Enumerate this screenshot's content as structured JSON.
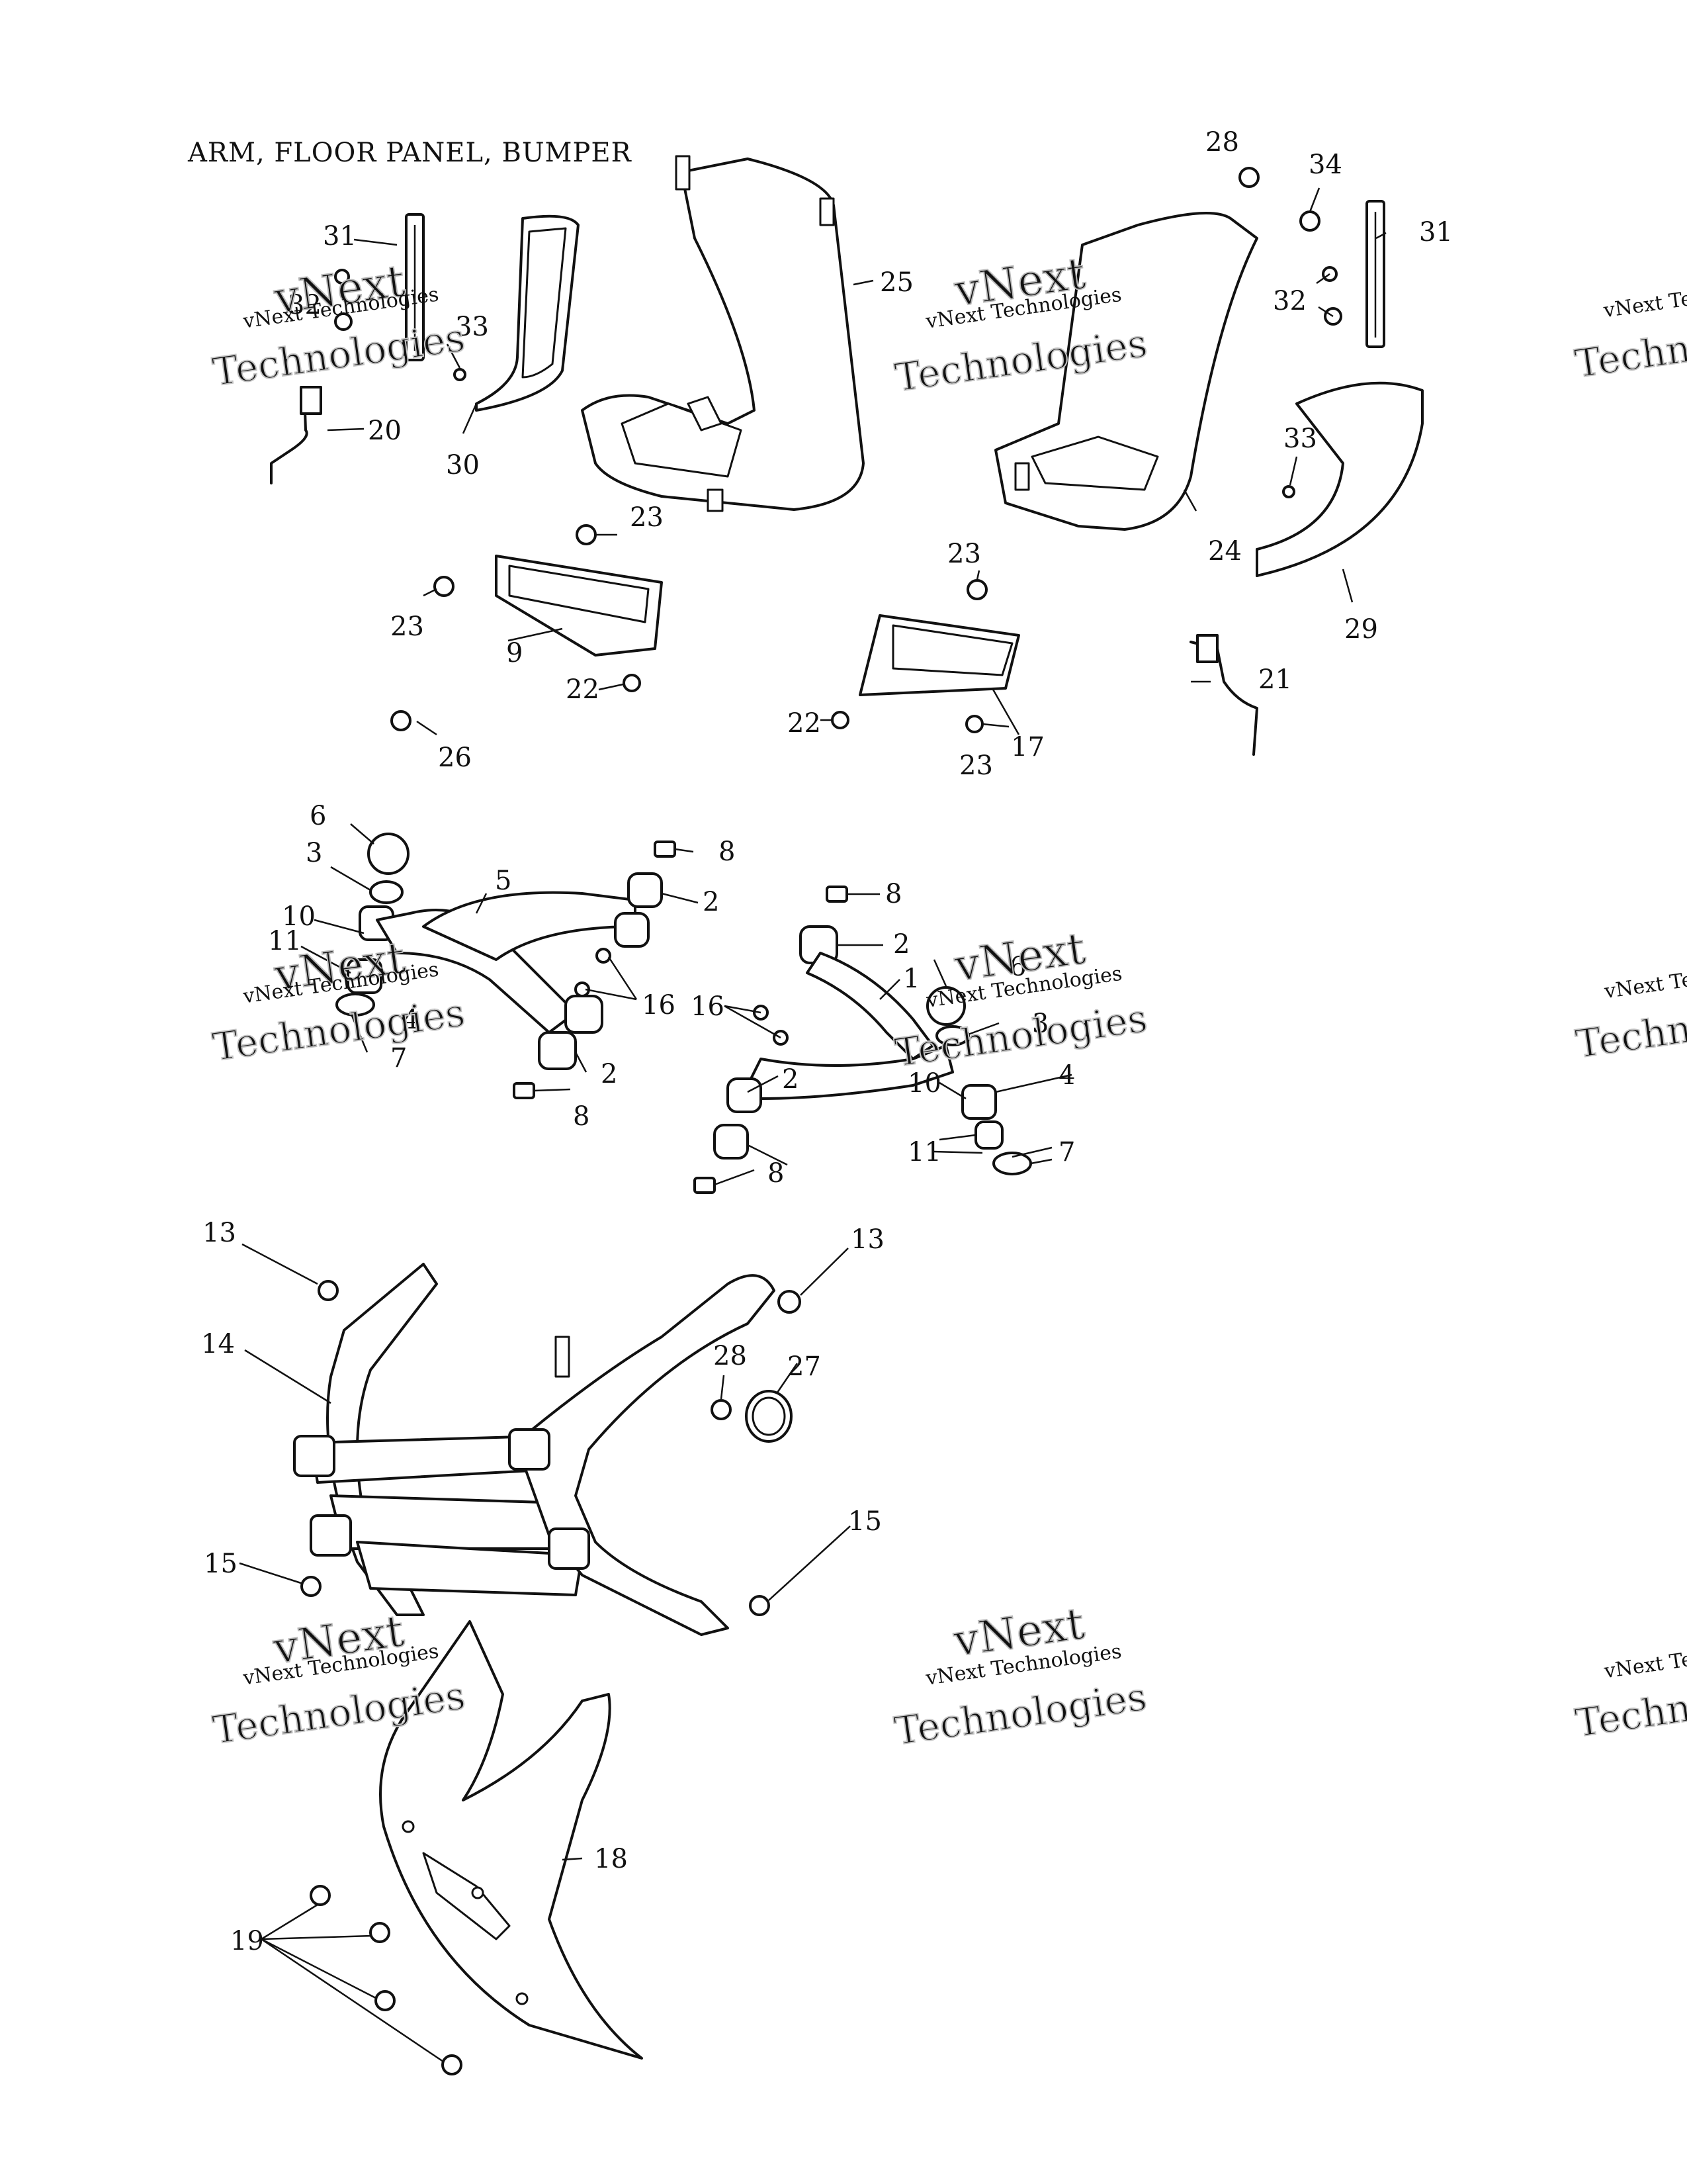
{
  "title": "ARM, FLOOR PANEL, BUMPER",
  "watermark": {
    "brand": "vNext",
    "subtitle": "vNext Technologies",
    "big": "Technologies",
    "edge_sub": "vNext Te",
    "edge_big": "Techn"
  },
  "callouts": {
    "c1": "1",
    "c2a": "2",
    "c2b": "2",
    "c2c": "2",
    "c2d": "2",
    "c3a": "3",
    "c3b": "3",
    "c4a": "4",
    "c4b": "4",
    "c5": "5",
    "c6a": "6",
    "c6b": "6",
    "c7a": "7",
    "c7b": "7",
    "c8a": "8",
    "c8b": "8",
    "c8c": "8",
    "c8d": "8",
    "c9": "9",
    "c10a": "10",
    "c10b": "10",
    "c11a": "11",
    "c11b": "11",
    "c13a": "13",
    "c13b": "13",
    "c14": "14",
    "c15a": "15",
    "c15b": "15",
    "c16a": "16",
    "c16b": "16",
    "c17": "17",
    "c18": "18",
    "c19": "19",
    "c20": "20",
    "c21": "21",
    "c22a": "22",
    "c22b": "22",
    "c23a": "23",
    "c23b": "23",
    "c23c": "23",
    "c23d": "23",
    "c24": "24",
    "c25": "25",
    "c26": "26",
    "c27": "27",
    "c28a": "28",
    "c28b": "28",
    "c29": "29",
    "c30": "30",
    "c31a": "31",
    "c31b": "31",
    "c32a": "32",
    "c32b": "32",
    "c33a": "33",
    "c33b": "33",
    "c34": "34"
  }
}
